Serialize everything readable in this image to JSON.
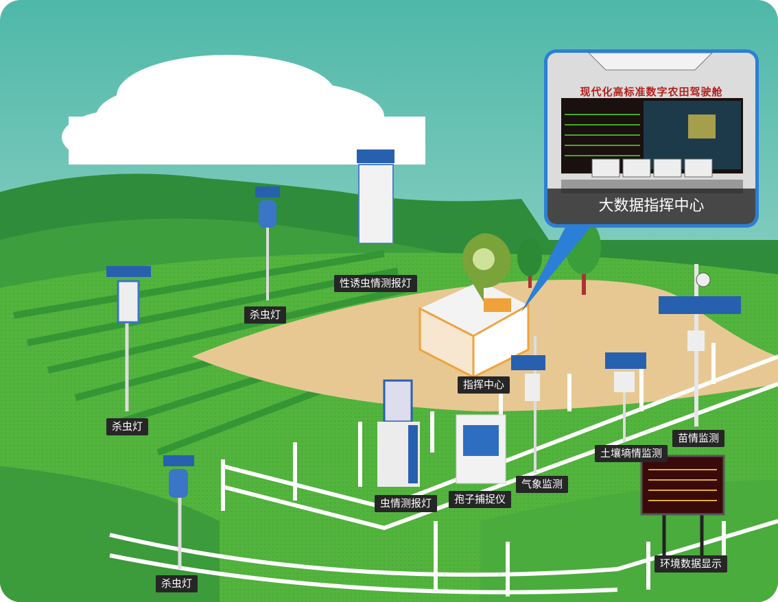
{
  "callout": {
    "screen_title": "现代化高标准数字农田驾驶舱",
    "caption": "大数据指挥中心"
  },
  "labels": {
    "insect_lamp_1": "杀虫灯",
    "sex_pheromone_trap": "性诱虫情测报灯",
    "insect_lamp_2": "杀虫灯",
    "command_center": "指挥中心",
    "pest_forecast_lamp": "虫情测报灯",
    "spore_trap": "孢子捕捉仪",
    "weather_monitor": "气象监测",
    "soil_moisture_monitor": "土壤墒情监测",
    "seedling_monitor": "苗情监测",
    "env_data_display": "环境数据显示",
    "insect_lamp_3": "杀虫灯"
  },
  "colors": {
    "sky_top": "#4fb8a8",
    "sky_bottom": "#bfe6dc",
    "hill_dark": "#2e8b3a",
    "field_light": "#5dbb45",
    "dirt": "#e7c893",
    "callout_border": "#2b7fd6",
    "label_bg": "#262626",
    "building_orange": "#f0a23a"
  }
}
